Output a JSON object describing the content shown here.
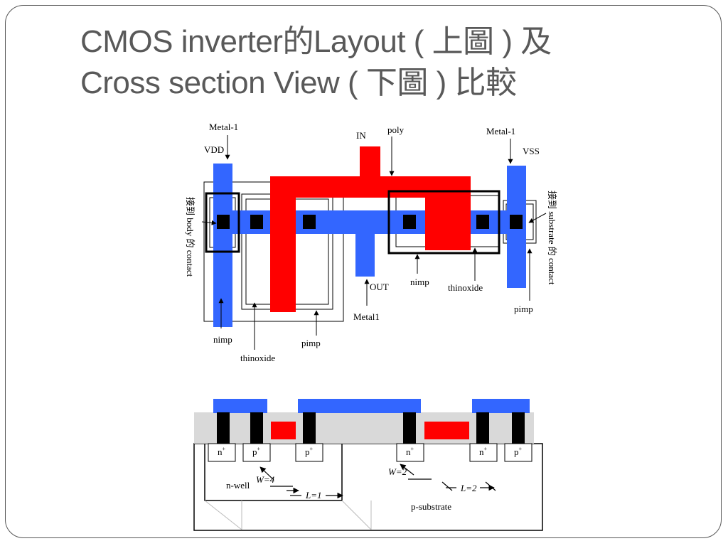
{
  "title": {
    "line1": "CMOS inverter的Layout ( 上圖 ) 及",
    "line2": "Cross section View ( 下圖 ) 比較"
  },
  "layout": {
    "metal1_left": "Metal-1",
    "vdd": "VDD",
    "in": "IN",
    "poly": "poly",
    "metal1_right": "Metal-1",
    "vss": "VSS",
    "body_contact": "接到 body 的 contact",
    "substrate_contact": "接到 substrate 的 contact",
    "out": "OUT",
    "metal1_bottom": "Metal1",
    "nimp_left": "nimp",
    "thinoxide_left": "thinoxide",
    "pimp_left": "pimp",
    "nimp_right": "nimp",
    "thinoxide_right": "thinoxide",
    "pimp_right": "pimp"
  },
  "cross_section": {
    "regions": [
      "n",
      "p",
      "p",
      "n",
      "n",
      "p"
    ],
    "superscripts": [
      "+",
      "+",
      "+",
      "+",
      "+",
      "+"
    ],
    "nwell": "n-well",
    "psubstrate": "p-substrate",
    "w_left": "W=4",
    "l_left": "L=1",
    "w_right": "W=2",
    "l_right": "L=2"
  },
  "colors": {
    "metal": "#3366ff",
    "poly": "#ff0000",
    "contact": "#000000",
    "oxide": "#d9d9d9",
    "title": "#595959"
  }
}
